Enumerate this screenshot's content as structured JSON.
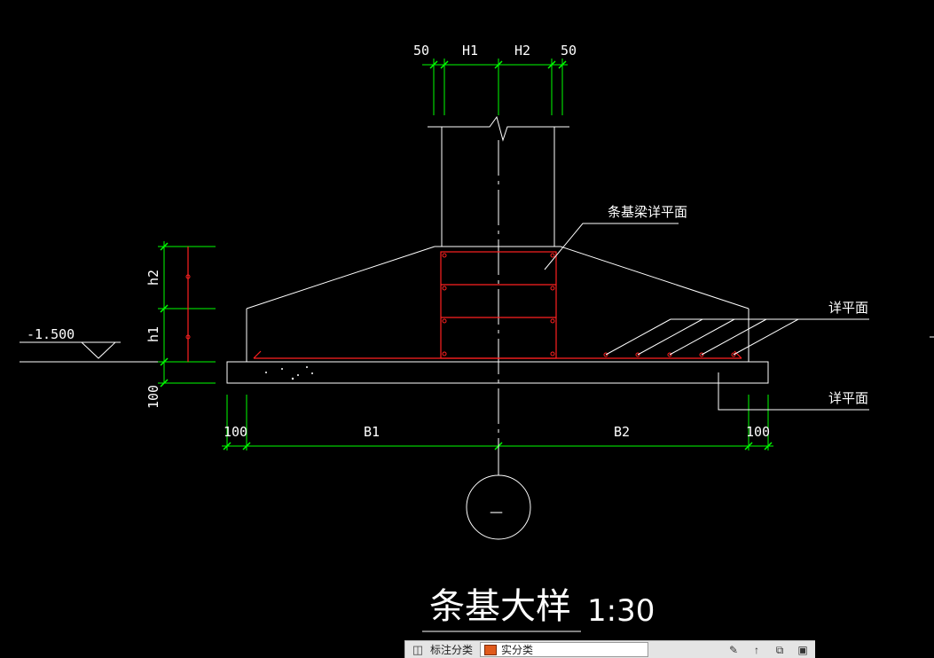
{
  "dimensions": {
    "top_left_offset": "50",
    "top_h1": "H1",
    "top_h2": "H2",
    "top_right_offset": "50",
    "side_h2": "h2",
    "side_h1": "h1",
    "side_100": "100",
    "bottom_left_100": "100",
    "bottom_b1": "B1",
    "bottom_b2": "B2",
    "bottom_right_100": "100"
  },
  "elevation": "-1.500",
  "labels": {
    "beam_callout": "条基梁详平面",
    "detail_upper": "详平面",
    "detail_lower": "详平面"
  },
  "axis_label": "—",
  "title": {
    "text": "条基大样",
    "scale": "1:30"
  },
  "toolbar": {
    "layer_label": "标注分类",
    "layer_value": "实分类"
  },
  "colors": {
    "outline": "#ffffff",
    "dimension": "#00ff00",
    "rebar": "#ff2020",
    "background": "#000000"
  }
}
